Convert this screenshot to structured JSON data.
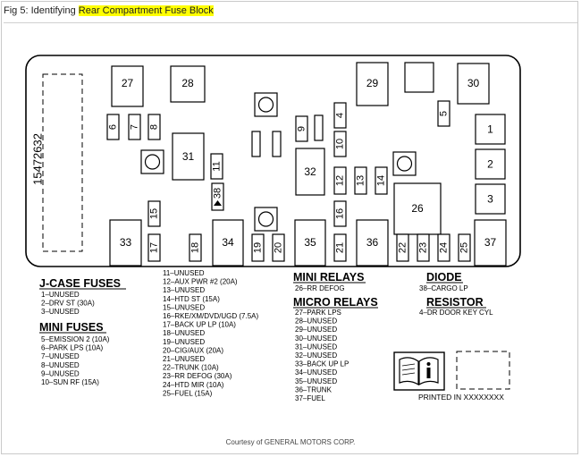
{
  "caption": {
    "prefix": "Fig 5: Identifying ",
    "highlight": "Rear Compartment Fuse Block"
  },
  "part_number": "15472632",
  "credit": "Courtesy of GENERAL MOTORS CORP.",
  "printed": "PRINTED IN XXXXXXXX",
  "fuse_labels": {
    "f1": "1",
    "f2": "2",
    "f3": "3",
    "f4": "4",
    "f5": "5",
    "f6": "6",
    "f7": "7",
    "f8": "8",
    "f9": "9",
    "f10": "10",
    "f11": "11",
    "f12": "12",
    "f13": "13",
    "f14": "14",
    "f15": "15",
    "f16": "16",
    "f17": "17",
    "f18": "18",
    "f19": "19",
    "f20": "20",
    "f21": "21",
    "f22": "22",
    "f23": "23",
    "f24": "24",
    "f25": "25",
    "f26": "26",
    "f27": "27",
    "f28": "28",
    "f29": "29",
    "f30": "30",
    "f31": "31",
    "f32": "32",
    "f33": "33",
    "f34": "34",
    "f35": "35",
    "f36": "36",
    "f37": "37",
    "f38": "38"
  },
  "jcase": {
    "heading": "J-CASE FUSES",
    "items": [
      "1–UNUSED",
      "2–DRV ST (30A)",
      "3–UNUSED"
    ]
  },
  "mini_fuses": {
    "heading": "MINI FUSES",
    "items": [
      "5–EMISSION 2 (10A)",
      "6–PARK LPS (10A)",
      "7–UNUSED",
      "8–UNUSED",
      "9–UNUSED",
      "10–SUN RF (15A)"
    ]
  },
  "mid_list": [
    "11–UNUSED",
    "12–AUX PWR #2 (20A)",
    "13–UNUSED",
    "14–HTD ST (15A)",
    "15–UNUSED",
    "16–RKE/XM/DVD/UGD (7.5A)",
    "17–BACK UP LP (10A)",
    "18–UNUSED",
    "19–UNUSED",
    "20–CIG/AUX (20A)",
    "21–UNUSED",
    "22–TRUNK (10A)",
    "23–RR DEFOG (30A)",
    "24–HTD MIR (10A)",
    "25–FUEL (15A)"
  ],
  "mini_relays": {
    "heading": "MINI RELAYS",
    "items": [
      "26–RR DEFOG"
    ]
  },
  "micro_relays": {
    "heading": "MICRO RELAYS",
    "items": [
      "27–PARK LPS",
      "28–UNUSED",
      "29–UNUSED",
      "30–UNUSED",
      "31–UNUSED",
      "32–UNUSED",
      "33–BACK UP LP",
      "34–UNUSED",
      "35–UNUSED",
      "36–TRUNK",
      "37–FUEL"
    ]
  },
  "diode": {
    "heading": "DIODE",
    "items": [
      "38–CARGO LP"
    ]
  },
  "resistor": {
    "heading": "RESISTOR",
    "items": [
      "4–DR DOOR KEY CYL"
    ]
  }
}
